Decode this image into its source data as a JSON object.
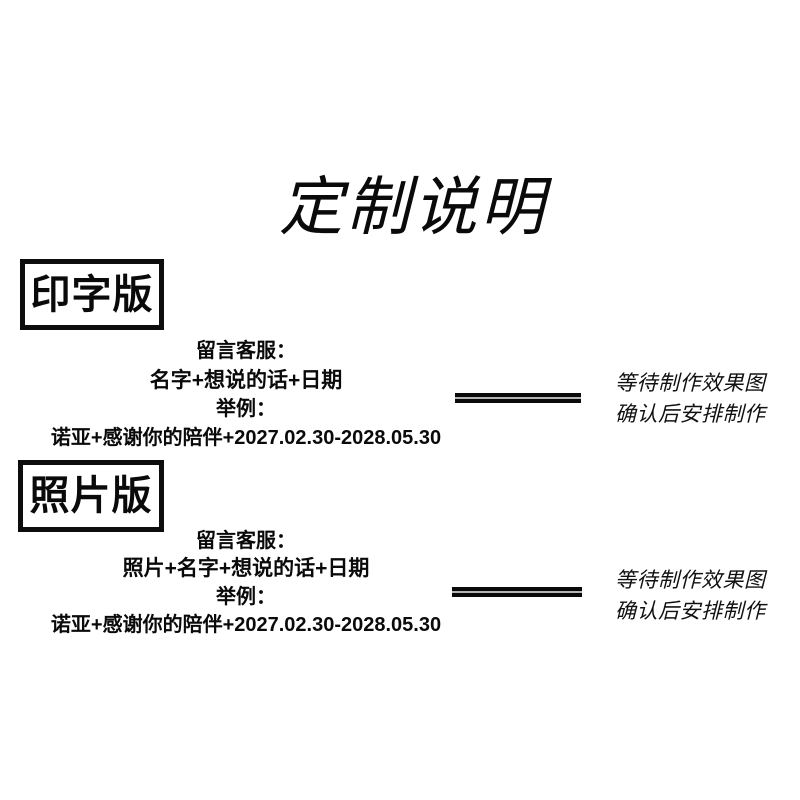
{
  "page": {
    "background_color": "#ffffff",
    "ink_color": "#000000",
    "divider_gap_color": "#b5b5b5"
  },
  "title": "定制说明",
  "sections": [
    {
      "label": "印字版",
      "lines": [
        "留言客服：",
        "名字+想说的话+日期",
        "举例：",
        "诺亚+感谢你的陪伴+2027.02.30-2028.05.30"
      ],
      "note": {
        "line1": "等待制作效果图",
        "line2": "确认后安排制作"
      }
    },
    {
      "label": "照片版",
      "lines": [
        "留言客服：",
        "照片+名字+想说的话+日期",
        "举例：",
        "诺亚+感谢你的陪伴+2027.02.30-2028.05.30"
      ],
      "note": {
        "line1": "等待制作效果图",
        "line2": "确认后安排制作"
      }
    }
  ]
}
